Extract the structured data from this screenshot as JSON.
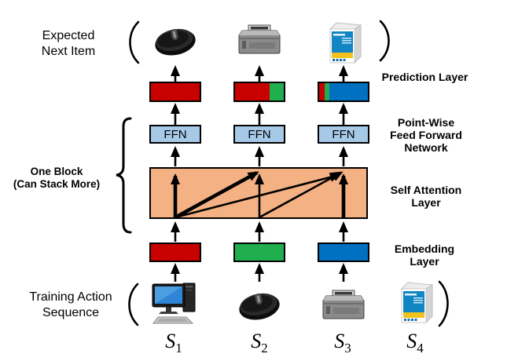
{
  "colors": {
    "red": "#C70000",
    "green": "#1FAF4E",
    "blue": "#0070C0",
    "ffn_fill": "#A6C9E8",
    "attention_fill": "#F4B183",
    "line": "#000000"
  },
  "labels": {
    "expected_next_item": "Expected\nNext Item",
    "prediction_layer": "Prediction Layer",
    "point_wise_ffn": "Point-Wise\nFeed Forward\nNetwork",
    "one_block": "One Block\n(Can Stack More)",
    "self_attention": "Self Attention\nLayer",
    "embedding_layer": "Embedding\nLayer",
    "training_action_sequence": "Training Action\nSequence"
  },
  "ffn_label": "FFN",
  "prediction_layer": {
    "bars": [
      {
        "segments": [
          {
            "color": "red",
            "frac": 1.0
          }
        ]
      },
      {
        "segments": [
          {
            "color": "red",
            "frac": 0.71
          },
          {
            "color": "green",
            "frac": 0.29
          }
        ]
      },
      {
        "segments": [
          {
            "color": "red",
            "frac": 0.12
          },
          {
            "color": "green",
            "frac": 0.09
          },
          {
            "color": "blue",
            "frac": 0.79
          }
        ]
      }
    ]
  },
  "embedding_layer": {
    "bars": [
      "red",
      "green",
      "blue"
    ]
  },
  "self_attention": {
    "edges": [
      {
        "from": 1,
        "to": 1,
        "weight": "thick"
      },
      {
        "from": 1,
        "to": 2,
        "weight": "thick"
      },
      {
        "from": 1,
        "to": 3,
        "weight": "thin"
      },
      {
        "from": 2,
        "to": 2,
        "weight": "thin"
      },
      {
        "from": 2,
        "to": 3,
        "weight": "thin"
      },
      {
        "from": 3,
        "to": 3,
        "weight": "thick"
      }
    ]
  },
  "expected_items": [
    "mouse",
    "printer",
    "paper-box"
  ],
  "training_items": [
    "computer",
    "mouse",
    "printer",
    "paper-box"
  ],
  "sequence_labels": [
    {
      "base": "S",
      "sub": "1"
    },
    {
      "base": "S",
      "sub": "2"
    },
    {
      "base": "S",
      "sub": "3"
    },
    {
      "base": "S",
      "sub": "4"
    }
  ]
}
